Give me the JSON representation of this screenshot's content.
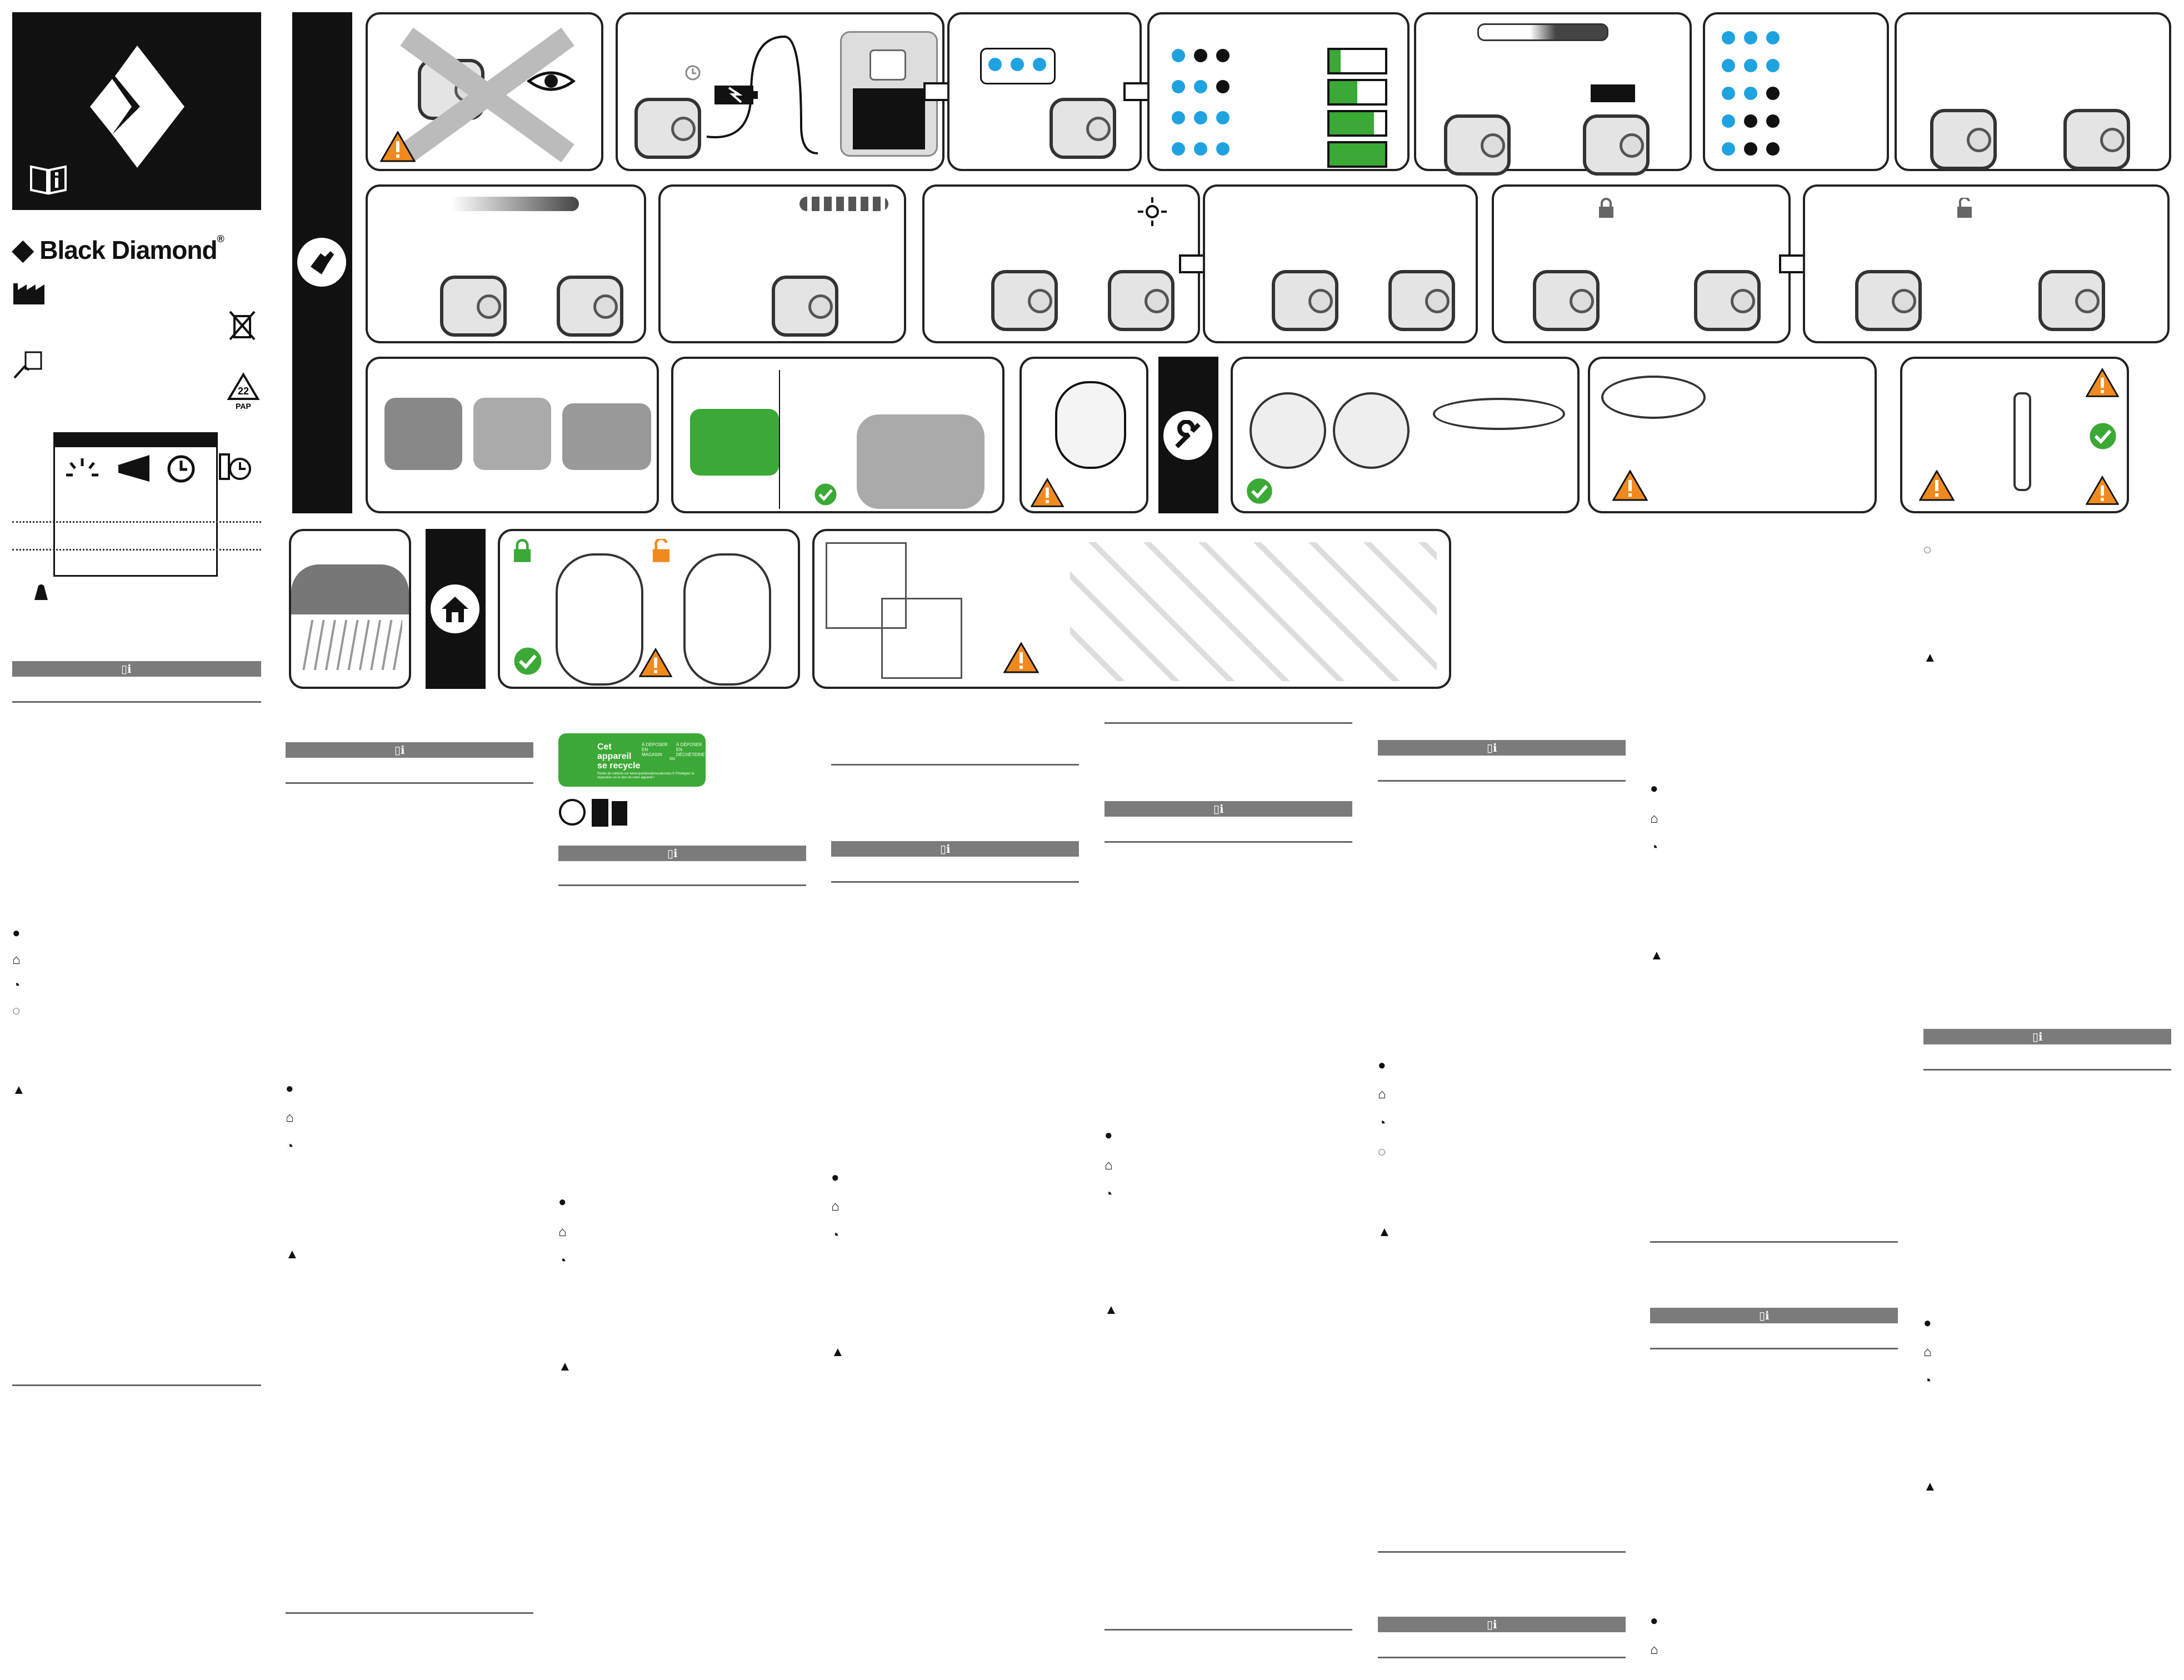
{
  "brand": {
    "name": "Black Diamond",
    "registered": "®"
  },
  "recycle": {
    "code": "22",
    "material": "PAP"
  },
  "fr_label": {
    "title": "Cet appareil se recycle",
    "box1": "À DÉPOSER EN MAGASIN",
    "box2": "À DÉPOSER EN DÉCHÈTERIE",
    "or": "ou",
    "note": "Points de collecte sur www.quefairedemesdechets.fr Privilégiez la réparation ou le don de votre appareil !"
  },
  "icons": {
    "manual": "manual-info-icon",
    "manufacturer": "factory-icon",
    "weee": "crossed-bin-icon",
    "warning": "warning-triangle-icon",
    "check": "check-circle-icon",
    "hand": "hand-icon",
    "wrench": "wrench-icon",
    "home": "home-icon",
    "lock": "lock-icon",
    "clock": "clock-icon"
  },
  "colors": {
    "warning": "#f08a1f",
    "check": "#3aa935",
    "led": "#1fa3e0",
    "header": "#7b7b7b",
    "panel_border": "#222222"
  }
}
